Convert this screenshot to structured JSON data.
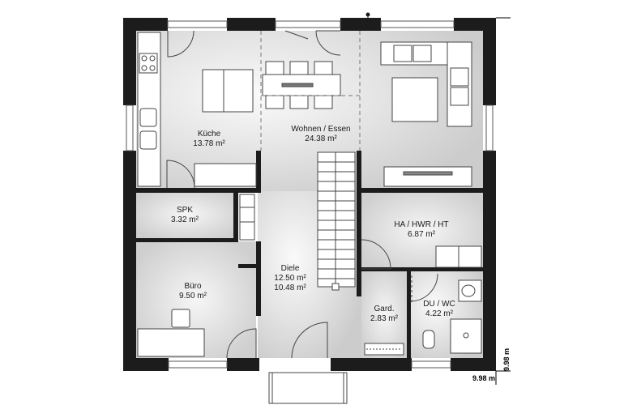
{
  "rooms": {
    "kueche": {
      "name": "Küche",
      "area": "13.78 m²"
    },
    "wohnen": {
      "name": "Wohnen / Essen",
      "area": "24.38 m²"
    },
    "spk": {
      "name": "SPK",
      "area": "3.32 m²"
    },
    "hwr": {
      "name": "HA / HWR / HT",
      "area": "6.87 m²"
    },
    "diele": {
      "name": "Diele",
      "area": "12.50 m²",
      "area2": "10.48 m²"
    },
    "buero": {
      "name": "Büro",
      "area": "9.50 m²"
    },
    "gard": {
      "name": "Gard.",
      "area": "2.83 m²"
    },
    "du": {
      "name": "DU / WC",
      "area": "4.22 m²"
    }
  },
  "dimensions": {
    "width": "9.98 m",
    "height": "9.98 m"
  },
  "colors": {
    "wall": "#1c1c1c",
    "floor_shade": "#d4d4d4",
    "line": "#555555"
  }
}
